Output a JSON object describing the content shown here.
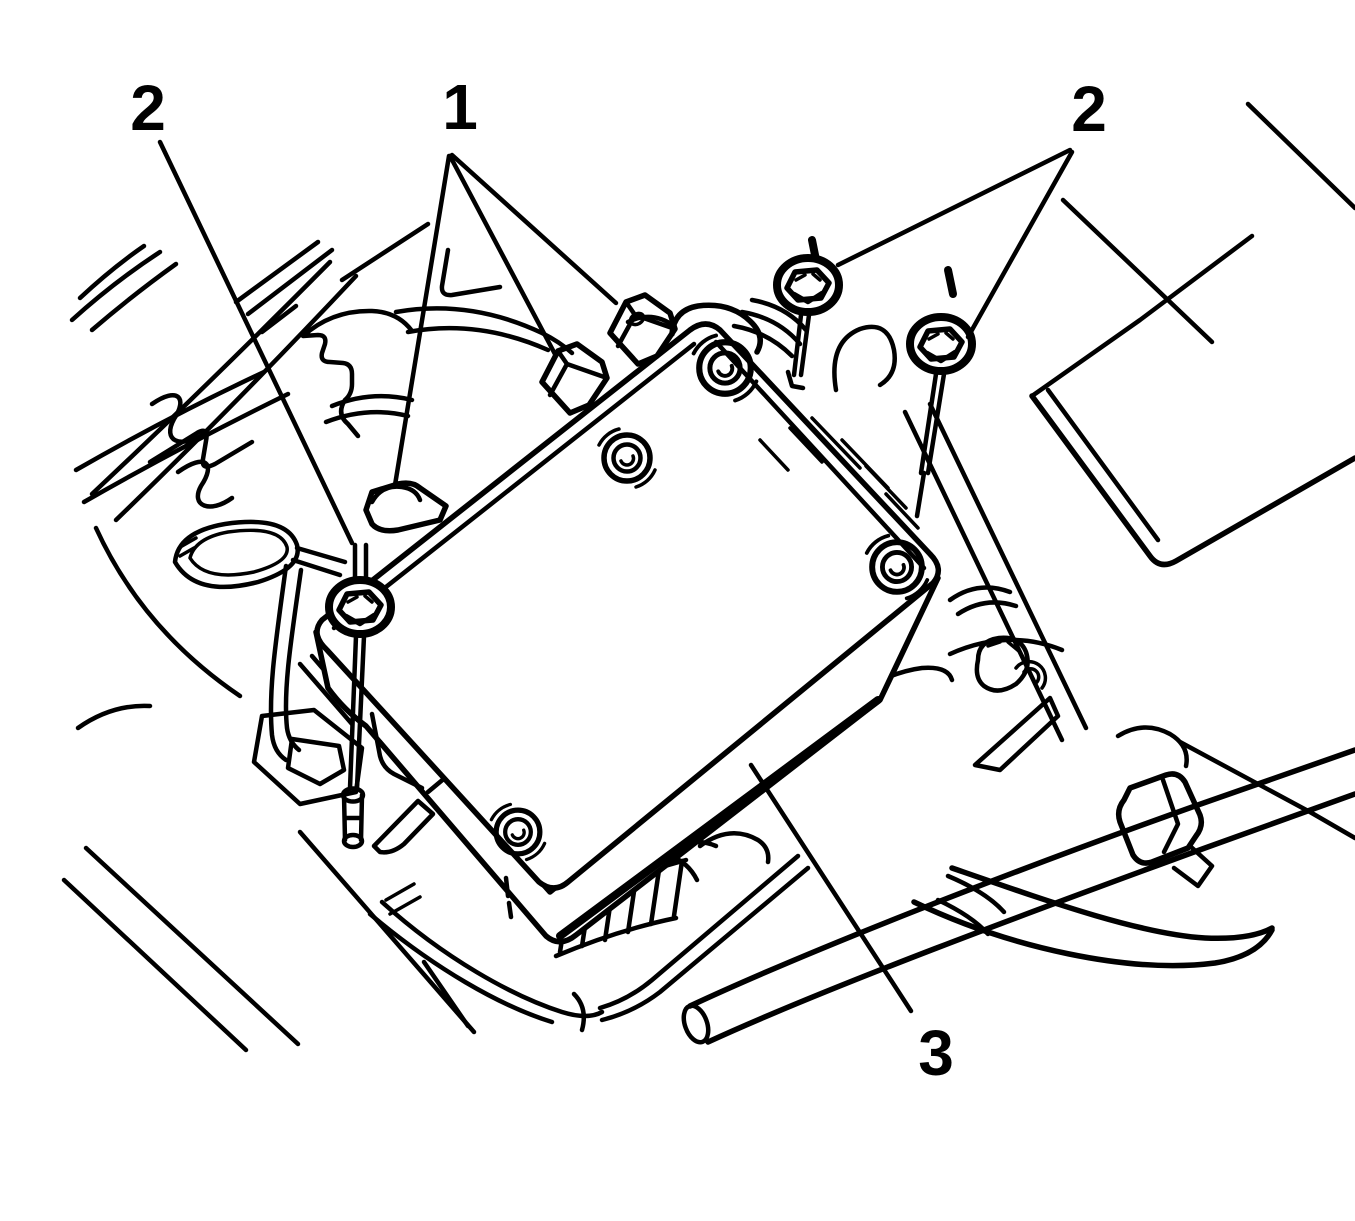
{
  "figure": {
    "kind": "service-manual-line-illustration",
    "colors": {
      "background": "#ffffff",
      "line": "#000000"
    },
    "callouts": {
      "one": {
        "label": "1"
      },
      "two_left": {
        "label": "2"
      },
      "two_right": {
        "label": "2"
      },
      "three": {
        "label": "3"
      }
    }
  }
}
